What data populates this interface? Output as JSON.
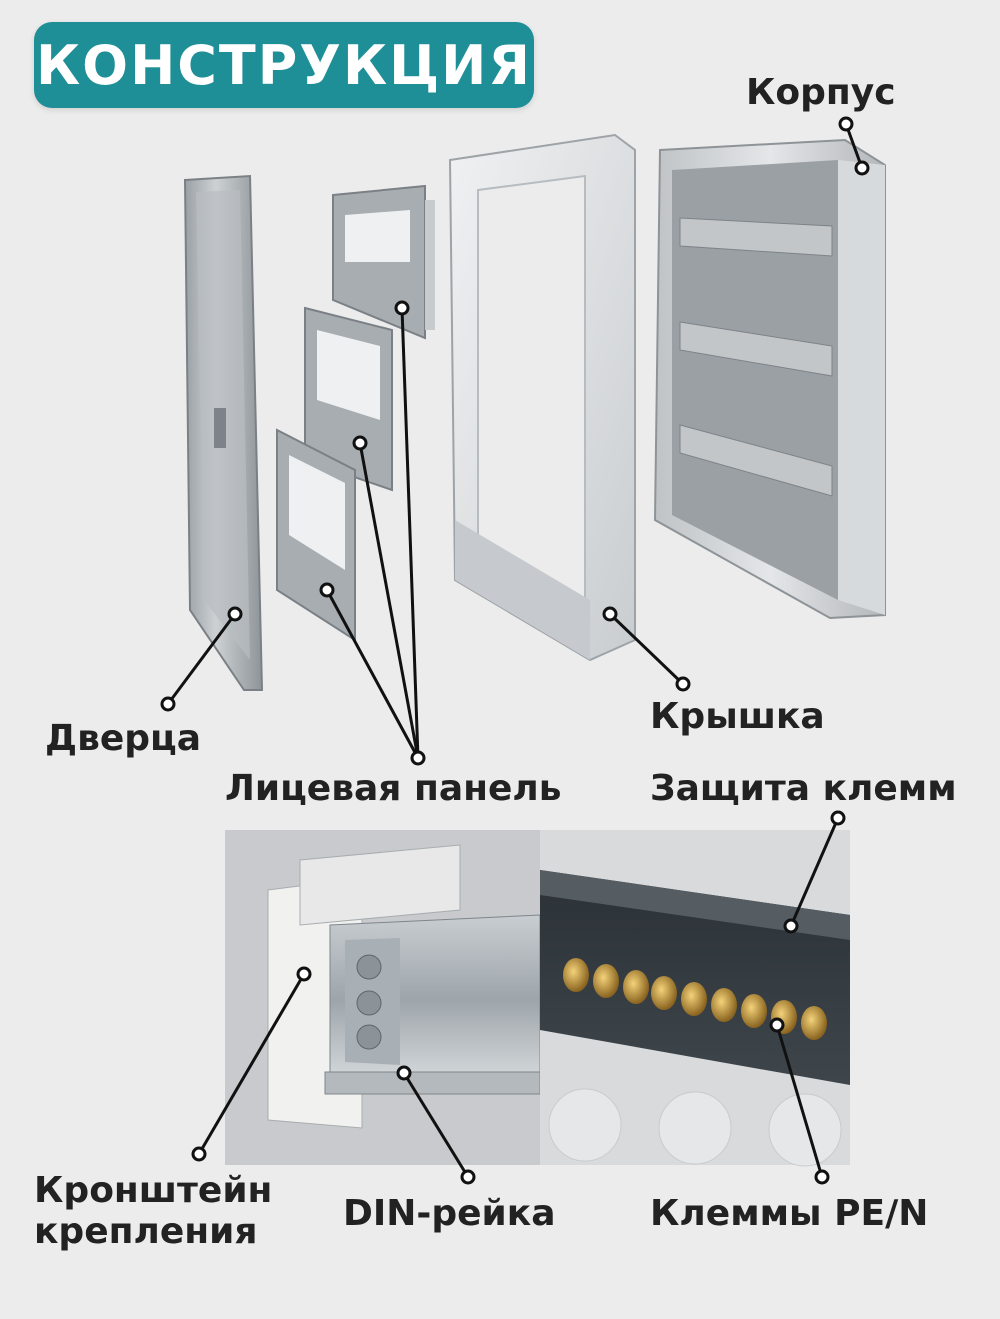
{
  "title": "КОНСТРУКЦИЯ",
  "labels": {
    "korpus": "Корпус",
    "dverca": "Дверца",
    "kryshka": "Крышка",
    "panel": "Лицевая панель",
    "zashchita": "Защита клемм",
    "kronshtein_1": "Кронштейн",
    "kronshtein_2": "крепления",
    "din": "DIN-рейка",
    "klemmy": "Клеммы PE/N"
  },
  "colors": {
    "accent": "#1f8f97",
    "label_text": "#222222",
    "background": "#ececec"
  }
}
